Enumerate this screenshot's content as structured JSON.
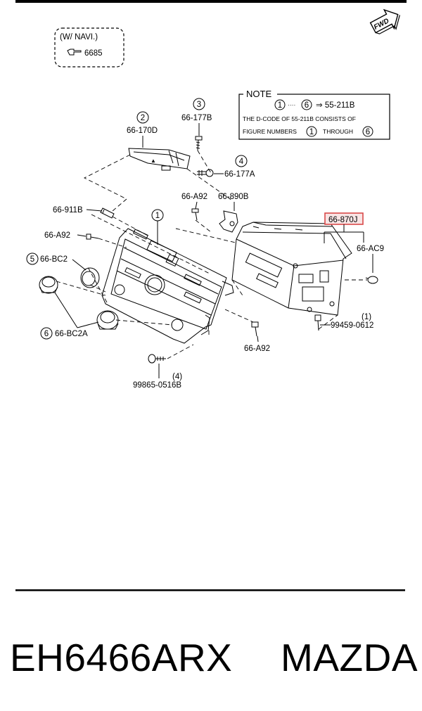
{
  "fwd_label": "FWD",
  "navi_box": {
    "line1": "(W/ NAVI.)",
    "ref": "6685"
  },
  "note": {
    "title": "NOTE",
    "range_start": "1",
    "range_end": "6",
    "equals_code": "⇒ 55-211B",
    "line2": "THE D-CODE OF  55-211B  CONSISTS OF",
    "line3a": "FIGURE NUMBERS",
    "line3_first": "1",
    "line3b": "THROUGH",
    "line3_last": "6"
  },
  "callouts": {
    "c1": "1",
    "c2": "2",
    "c3": "3",
    "c4": "4",
    "c5": "5",
    "c6": "6"
  },
  "parts": {
    "p66_170D": "66-170D",
    "p66_177B": "66-177B",
    "p66_177A": "66-177A",
    "p66_911B": "66-911B",
    "p66_A92_top": "66-A92",
    "p66_890B": "66-890B",
    "p66_A92_left": "66-A92",
    "p66_BC2": "66-BC2",
    "p66_BC2A": "66-BC2A",
    "p66_870J": "66-870J",
    "p66_AC9": "66-AC9",
    "p99459_qty": "(1)",
    "p99459": "99459-0612",
    "p66_A92_bottom": "66-A92",
    "p99865_qty": "(4)",
    "p99865": "99865-0516B"
  },
  "footer": {
    "part_code": "EH6466ARX",
    "brand": "MAZDA"
  }
}
